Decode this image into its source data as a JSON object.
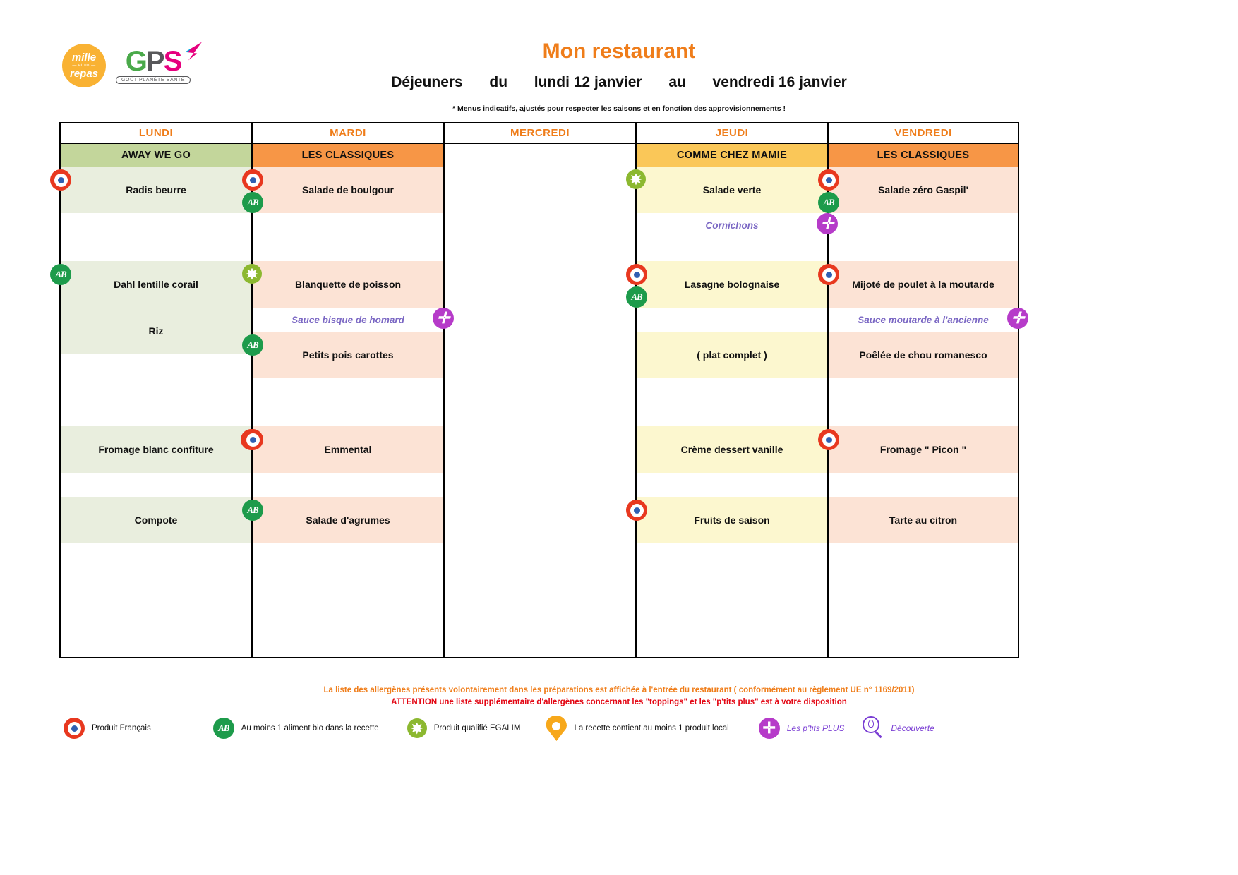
{
  "brand": {
    "mille_line1": "mille",
    "mille_line2": "— et un —",
    "mille_line3": "repas",
    "gps_g": "G",
    "gps_p": "P",
    "gps_s": "S",
    "gps_tagline": "GOÛT PLANÈTE SANTÉ"
  },
  "header": {
    "title": "Mon restaurant",
    "subtitle_prefix": "Déjeuners",
    "subtitle_du": "du",
    "subtitle_start": "lundi 12 janvier",
    "subtitle_au": "au",
    "subtitle_end": "vendredi 16 janvier",
    "note": "* Menus indicatifs, ajustés pour respecter les saisons et en fonction des approvisionnements !"
  },
  "columns": [
    {
      "day": "LUNDI",
      "menu_name": "AWAY WE GO",
      "rows": [
        {
          "type": "dish",
          "text": "Radis beurre",
          "icon": "produit-francais",
          "icon_side": "left"
        },
        {
          "type": "blank",
          "text": ""
        },
        {
          "type": "blank",
          "text": ""
        },
        {
          "type": "dish",
          "text": "Dahl lentille corail",
          "icon": "agriculture-bio",
          "icon_side": "left"
        },
        {
          "type": "dish",
          "text": "Riz",
          "icon": ""
        },
        {
          "type": "blank",
          "text": ""
        },
        {
          "type": "blank",
          "text": ""
        },
        {
          "type": "blank",
          "text": ""
        },
        {
          "type": "dish",
          "text": "Fromage blanc confiture",
          "icon": "produit-francais",
          "icon_side": "right"
        },
        {
          "type": "blank",
          "text": ""
        },
        {
          "type": "dish",
          "text": "Compote",
          "icon": ""
        },
        {
          "type": "blank",
          "text": ""
        }
      ]
    },
    {
      "day": "MARDI",
      "menu_name": "LES CLASSIQUES",
      "rows": [
        {
          "type": "dish",
          "text": "Salade de boulgour",
          "icon": "produit-francais",
          "icon2": "agriculture-bio",
          "icon_side": "left"
        },
        {
          "type": "blank",
          "text": ""
        },
        {
          "type": "blank",
          "text": ""
        },
        {
          "type": "dish",
          "text": "Blanquette de poisson",
          "icon": "egalim",
          "icon_side": "left"
        },
        {
          "type": "sauce",
          "text": "Sauce bisque de homard",
          "icon": "ptits-plus",
          "icon_side": "right"
        },
        {
          "type": "dish",
          "text": "Petits pois carottes",
          "icon": "agriculture-bio",
          "icon_side": "left"
        },
        {
          "type": "blank",
          "text": ""
        },
        {
          "type": "blank",
          "text": ""
        },
        {
          "type": "dish",
          "text": "Emmental",
          "icon": "produit-francais",
          "icon_side": "left"
        },
        {
          "type": "blank",
          "text": ""
        },
        {
          "type": "dish",
          "text": "Salade d'agrumes",
          "icon": "agriculture-bio",
          "icon_side": "left"
        },
        {
          "type": "blank",
          "text": ""
        }
      ]
    },
    {
      "day": "MERCREDI",
      "menu_name": "",
      "rows": []
    },
    {
      "day": "JEUDI",
      "menu_name": "COMME CHEZ MAMIE",
      "rows": [
        {
          "type": "dish",
          "text": "Salade verte",
          "icon": "egalim",
          "icon_side": "left"
        },
        {
          "type": "sauce",
          "text": "Cornichons",
          "icon": "ptits-plus",
          "icon_side": "right"
        },
        {
          "type": "blank",
          "text": ""
        },
        {
          "type": "dish",
          "text": "Lasagne bolognaise",
          "icon": "produit-francais",
          "icon2": "agriculture-bio",
          "icon_side": "left"
        },
        {
          "type": "blank",
          "text": ""
        },
        {
          "type": "dish",
          "text": "( plat complet )",
          "icon": ""
        },
        {
          "type": "blank",
          "text": ""
        },
        {
          "type": "blank",
          "text": ""
        },
        {
          "type": "dish",
          "text": "Crème dessert vanille",
          "icon": ""
        },
        {
          "type": "blank",
          "text": ""
        },
        {
          "type": "dish",
          "text": "Fruits de saison",
          "icon": "produit-francais",
          "icon_side": "left"
        },
        {
          "type": "blank",
          "text": ""
        }
      ]
    },
    {
      "day": "VENDREDI",
      "menu_name": "LES CLASSIQUES",
      "rows": [
        {
          "type": "dish",
          "text": "Salade zéro Gaspil'",
          "icon": "produit-francais",
          "icon2": "agriculture-bio",
          "icon_side": "left"
        },
        {
          "type": "blank",
          "text": ""
        },
        {
          "type": "blank",
          "text": ""
        },
        {
          "type": "dish",
          "text": "Mijoté de poulet à la moutarde",
          "icon": "produit-francais",
          "icon_side": "left"
        },
        {
          "type": "sauce",
          "text": "Sauce moutarde à l'ancienne",
          "icon": "ptits-plus",
          "icon_side": "right"
        },
        {
          "type": "dish",
          "text": "Poêlée de chou romanesco",
          "icon": ""
        },
        {
          "type": "blank",
          "text": ""
        },
        {
          "type": "blank",
          "text": ""
        },
        {
          "type": "dish",
          "text": "Fromage \" Picon \"",
          "icon": "produit-francais",
          "icon_side": "left"
        },
        {
          "type": "blank",
          "text": ""
        },
        {
          "type": "dish",
          "text": "Tarte au citron",
          "icon": ""
        },
        {
          "type": "blank",
          "text": ""
        }
      ]
    }
  ],
  "footer": {
    "allergen_line": "La liste des allergènes présents volontairement dans les préparations est affichée à l'entrée du restaurant ( conformément au règlement UE n° 1169/2011)",
    "attention_line": "ATTENTION une liste supplémentaire d'allergènes concernant les \"toppings\" et les \"p'tits plus\" est à votre disposition",
    "legend": [
      {
        "icon": "produit-francais",
        "label": "Produit Français"
      },
      {
        "icon": "agriculture-bio",
        "label": "Au moins 1 aliment bio dans la recette"
      },
      {
        "icon": "egalim",
        "label": "Produit qualifié EGALIM"
      },
      {
        "icon": "produit-local",
        "label": "La recette contient au moins 1 produit local"
      },
      {
        "icon": "ptits-plus",
        "label": "Les p'tits PLUS"
      },
      {
        "icon": "decouverte",
        "label": "Découverte"
      }
    ]
  },
  "colors": {
    "orange_title": "#ef7d1a",
    "red_attention": "#e30613",
    "purple_sauce": "#7b68c4",
    "green_lundi": "#c3d69b",
    "orange_classiques": "#f79646",
    "yellow_mamie": "#fac758"
  }
}
